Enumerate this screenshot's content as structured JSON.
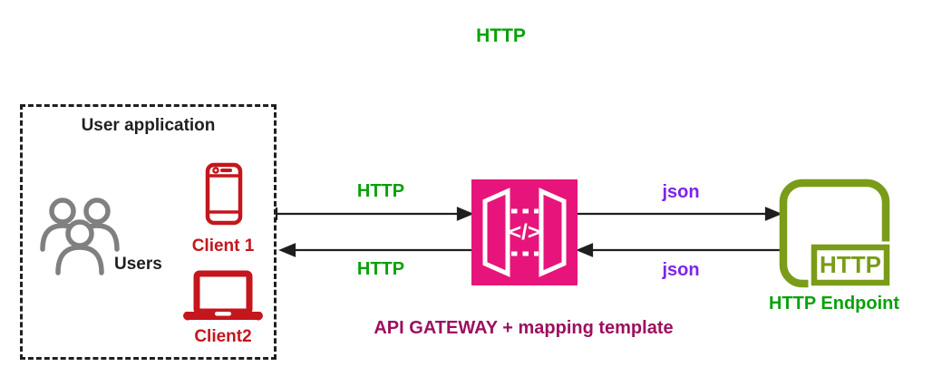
{
  "diagram": {
    "top_label": "HTTP",
    "user_application": {
      "title": "User application",
      "users_label": "Users",
      "client1_label": "Client 1",
      "client2_label": "Client2"
    },
    "gateway": {
      "label": "API GATEWAY + mapping template",
      "icon_glyph": "</>"
    },
    "endpoint": {
      "label": "HTTP Endpoint",
      "badge": "HTTP"
    },
    "flows": [
      {
        "from": "User application",
        "to": "API Gateway",
        "label": "HTTP",
        "direction": "right"
      },
      {
        "from": "API Gateway",
        "to": "HTTP Endpoint",
        "label": "json",
        "direction": "right"
      },
      {
        "from": "API Gateway",
        "to": "User application",
        "label": "HTTP",
        "direction": "left"
      },
      {
        "from": "HTTP Endpoint",
        "to": "API Gateway",
        "label": "json",
        "direction": "left"
      }
    ],
    "colors": {
      "http_green": "#09a109",
      "json_purple": "#7f22ea",
      "gateway_pink": "#e7157b",
      "gateway_label_magenta": "#9c0f5f",
      "client_red": "#c4161c",
      "endpoint_olive": "#7a9c18",
      "users_gray": "#808080",
      "line_black": "#1f1f1f"
    }
  }
}
